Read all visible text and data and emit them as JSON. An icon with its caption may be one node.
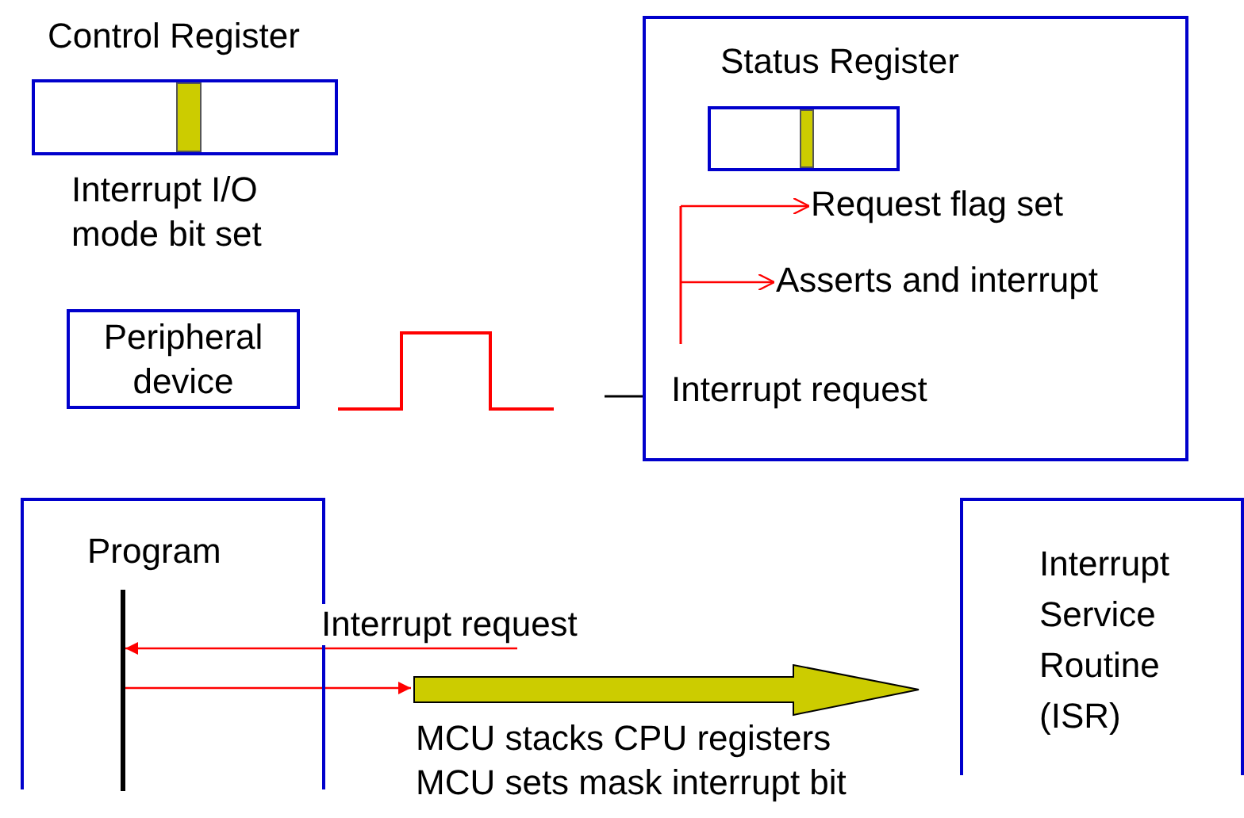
{
  "diagram": {
    "nodes": [
      {
        "text": [
          "Control Register"
        ],
        "beside": [
          "Interrupt I/O mode bit set"
        ]
      },
      {
        "text": [
          "Peripheral device"
        ]
      },
      {
        "text": [],
        "shape": "box"
      },
      {
        "text": [
          "Status Register"
        ],
        "in": 2
      },
      {
        "text": [
          "Request flag set"
        ],
        "in": 2
      },
      {
        "text": [
          "Asserts and interrupt"
        ],
        "in": 2
      },
      {
        "text": [
          "Program"
        ]
      },
      {
        "text": [
          "Interrupt Service Routine (ISR)"
        ]
      },
      {
        "text": [],
        "shape": "bar",
        "in": 6
      },
      {
        "text": [],
        "shape": "arrow",
        "beside": [
          "MCU stacks CPU registers",
          "MCU sets mask interrupt bit"
        ]
      }
    ],
    "edges": [
      {
        "from": null,
        "to": 4,
        "arrow": "to"
      },
      {
        "from": null,
        "to": 5,
        "arrow": "to"
      },
      {
        "from": null,
        "to": 8,
        "arrow": "to",
        "label": "Interrupt request"
      },
      {
        "from": 8,
        "to": 9,
        "arrow": "to"
      }
    ],
    "labels": [
      "Interrupt request"
    ]
  }
}
